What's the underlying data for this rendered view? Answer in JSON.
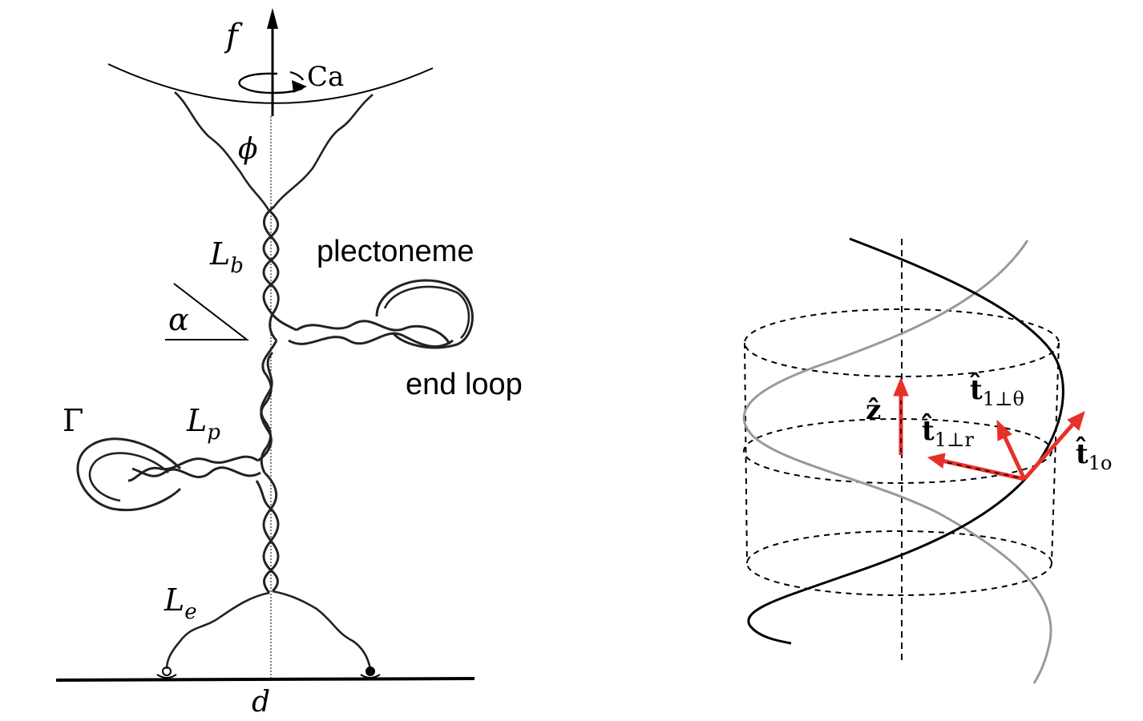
{
  "left_panel": {
    "force_label": "f",
    "torque_label": "Ca",
    "angle_phi": "ϕ",
    "Lb_main": "L",
    "Lb_sub": "b",
    "plectoneme_label": "plectoneme",
    "alpha_label": "α",
    "end_loop_label": "end loop",
    "gamma_label": "Γ",
    "Lp_main": "L",
    "Lp_sub": "p",
    "Le_main": "L",
    "Le_sub": "e",
    "d_label": "d"
  },
  "right_panel": {
    "z_hat": "ẑ",
    "t_perp_theta_main": "t̂",
    "t_perp_theta_sub": "1⊥θ",
    "t_perp_r_main": "t̂",
    "t_perp_r_sub": "1⊥r",
    "t_o_main": "t̂",
    "t_o_sub": "1o",
    "colors": {
      "arrow": "#e8302a",
      "helix_front": "#000000",
      "helix_back": "#999999"
    }
  }
}
